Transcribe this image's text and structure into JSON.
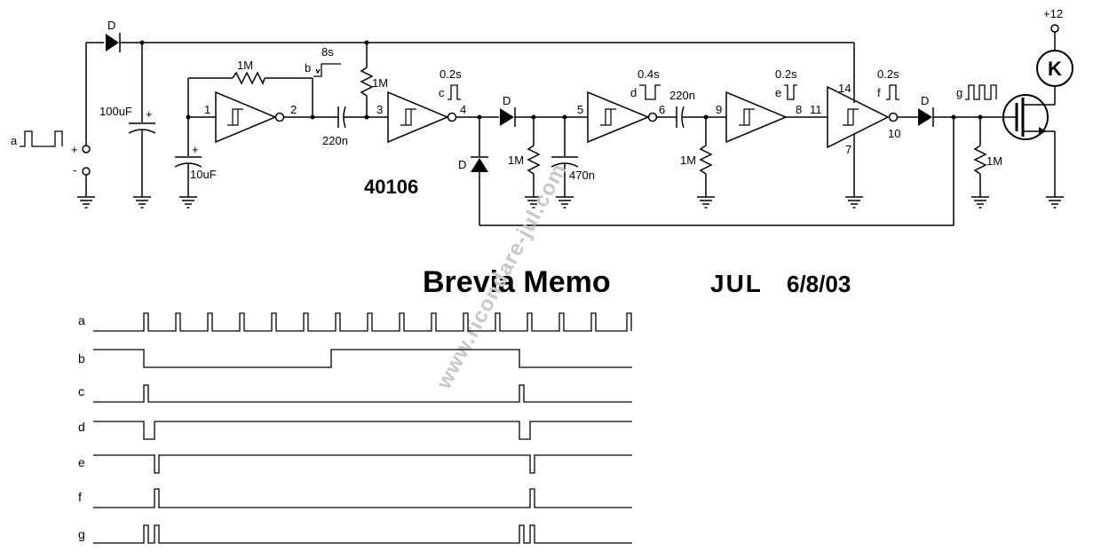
{
  "title": "Brevia Memo",
  "author": "JUL",
  "date": "6/8/03",
  "ic_label": "40106",
  "watermark": "www.ricondare-jul.com",
  "supply": "+12",
  "relay": "K",
  "diode": "D",
  "components": {
    "c1": "100uF",
    "c2": "10uF",
    "r1": "1M",
    "r2": "1M",
    "c3": "220n",
    "r3": "1M",
    "c4": "470n",
    "c5": "220n",
    "r4": "1M",
    "r5": "1M"
  },
  "pins": [
    "1",
    "2",
    "3",
    "4",
    "5",
    "6",
    "9",
    "8",
    "11",
    "14",
    "7",
    "10"
  ],
  "polarity": {
    "plus": "+",
    "minus": "-"
  },
  "probes": [
    {
      "id": "a",
      "time": ""
    },
    {
      "id": "b",
      "time": "8s"
    },
    {
      "id": "c",
      "time": "0.2s"
    },
    {
      "id": "d",
      "time": "0.4s"
    },
    {
      "id": "e",
      "time": "0.2s"
    },
    {
      "id": "f",
      "time": "0.2s"
    },
    {
      "id": "g",
      "time": ""
    }
  ],
  "timing_rows": [
    "a",
    "b",
    "c",
    "d",
    "e",
    "f",
    "g"
  ]
}
